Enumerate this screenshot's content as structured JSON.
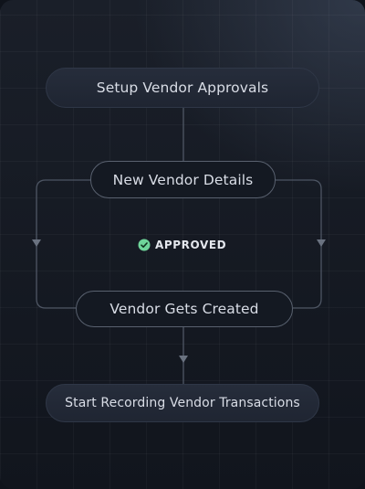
{
  "flow": {
    "step1": "Setup Vendor Approvals",
    "step2": "New Vendor Details",
    "condition": "APPROVED",
    "step3": "Vendor Gets Created",
    "step4": "Start Recording Vendor Transactions"
  },
  "colors": {
    "accent_green": "#6fd59a",
    "connector": "#4d5563",
    "node_fill": "#242b38",
    "node_border_outlined": "#59616f",
    "text": "#d9dde6"
  },
  "icons": {
    "condition_icon": "check-circle-icon",
    "arrow_icon": "triangle-down-icon"
  }
}
